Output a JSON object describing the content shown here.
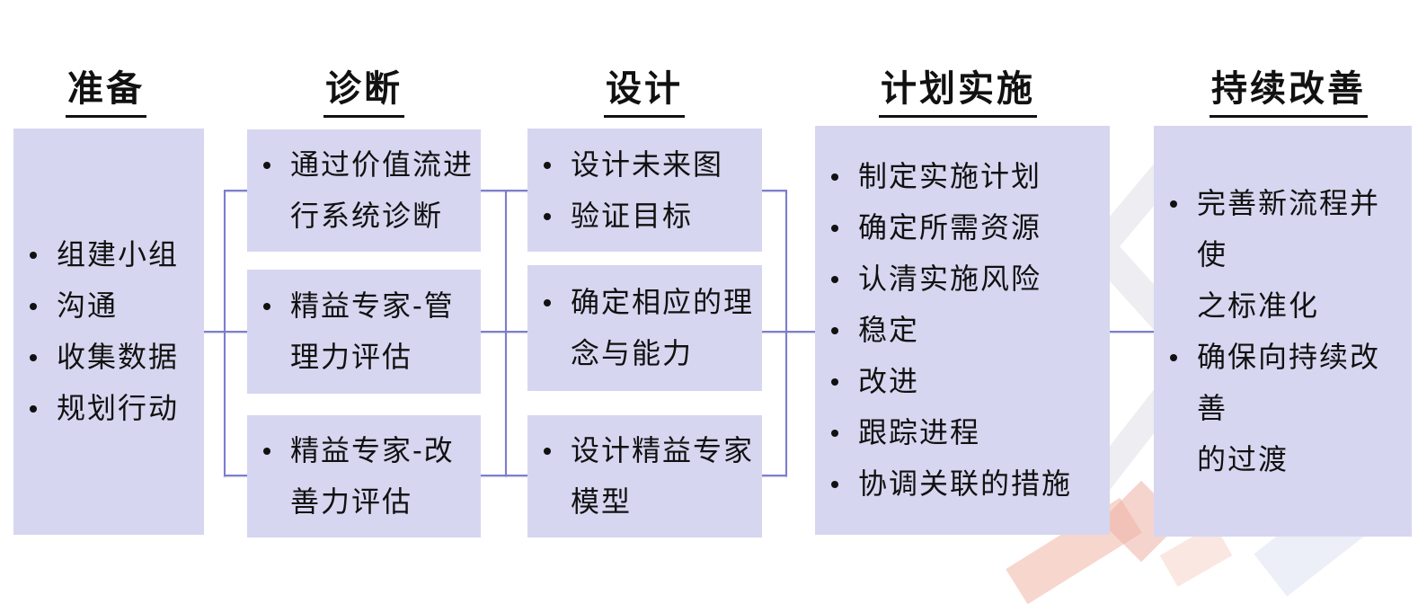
{
  "colors": {
    "page_bg": "#ffffff",
    "box_fill": "#d6d6f0",
    "connector": "#7b7ecf",
    "text": "#111111",
    "underline": "#111111",
    "watermark_gray": "#ededf2",
    "watermark_pink": "#f6cfc4",
    "watermark_red": "#eeb0a6",
    "watermark_blue": "#e4e8f4"
  },
  "diagram": {
    "type": "process-flow",
    "columns": [
      {
        "header": "准备",
        "boxes": [
          {
            "items": [
              {
                "lines": [
                  "组建小组"
                ]
              },
              {
                "lines": [
                  "沟通"
                ]
              },
              {
                "lines": [
                  "收集数据"
                ]
              },
              {
                "lines": [
                  "规划行动"
                ]
              }
            ]
          }
        ]
      },
      {
        "header": "诊断",
        "boxes": [
          {
            "items": [
              {
                "lines": [
                  "通过价值流进",
                  "行系统诊断"
                ]
              }
            ]
          },
          {
            "items": [
              {
                "lines": [
                  "精益专家-管",
                  "理力评估"
                ]
              }
            ]
          },
          {
            "items": [
              {
                "lines": [
                  "精益专家-改",
                  "善力评估"
                ]
              }
            ]
          }
        ]
      },
      {
        "header": "设计",
        "boxes": [
          {
            "items": [
              {
                "lines": [
                  "设计未来图"
                ]
              },
              {
                "lines": [
                  "验证目标"
                ]
              }
            ]
          },
          {
            "items": [
              {
                "lines": [
                  "确定相应的理",
                  "念与能力"
                ]
              }
            ]
          },
          {
            "items": [
              {
                "lines": [
                  "设计精益专家",
                  "模型"
                ]
              }
            ]
          }
        ]
      },
      {
        "header": "计划实施",
        "boxes": [
          {
            "items": [
              {
                "lines": [
                  "制定实施计划"
                ]
              },
              {
                "lines": [
                  "确定所需资源"
                ]
              },
              {
                "lines": [
                  "认清实施风险"
                ]
              },
              {
                "lines": [
                  "稳定"
                ]
              },
              {
                "lines": [
                  "改进"
                ]
              },
              {
                "lines": [
                  "跟踪进程"
                ]
              },
              {
                "lines": [
                  "协调关联的措施"
                ]
              }
            ]
          }
        ]
      },
      {
        "header": "持续改善",
        "boxes": [
          {
            "items": [
              {
                "lines": [
                  "完善新流程并使",
                  "之标准化"
                ]
              },
              {
                "lines": [
                  "确保向持续改善",
                  "的过渡"
                ]
              }
            ]
          }
        ]
      }
    ]
  }
}
